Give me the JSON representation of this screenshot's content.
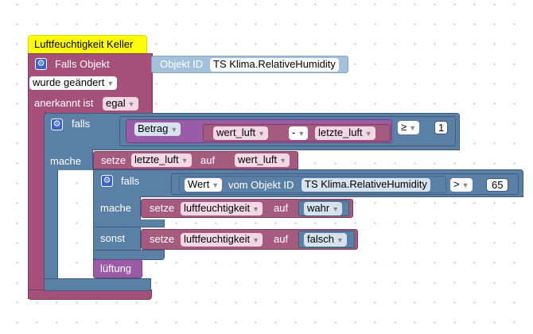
{
  "event": {
    "comment": "Luftfeuchtigkeit Keller",
    "title": "Falls Objekt",
    "object_id_label": "Objekt ID",
    "object_id_value": "TS Klima.RelativeHumidity",
    "trigger": "wurde geändert",
    "ack_label": "anerkannt ist",
    "ack_value": "egal"
  },
  "outer_if": {
    "if_label": "falls",
    "do_label": "mache",
    "abs_op": "Betrag",
    "var_a": "wert_luft",
    "minus_op": "-",
    "var_b": "letzte_luft",
    "compare_op": "≥",
    "compare_value": "1"
  },
  "assign1": {
    "set_label": "setze",
    "var": "letzte_luft",
    "to_label": "auf",
    "value": "wert_luft"
  },
  "inner_if": {
    "if_label": "falls",
    "get_attr": "Wert",
    "of_object_label": "vom Objekt ID",
    "object_id": "TS Klima.RelativeHumidity",
    "compare_op": ">",
    "compare_value": "65",
    "do_label": "mache",
    "else_label": "sonst"
  },
  "assign_true": {
    "set_label": "setze",
    "var": "luftfeuchtigkeit",
    "to_label": "auf",
    "value": "wahr"
  },
  "assign_false": {
    "set_label": "setze",
    "var": "luftfeuchtigkeit",
    "to_label": "auf",
    "value": "falsch"
  },
  "call": {
    "name": "lüftung"
  },
  "colors": {
    "event": "#a5507a",
    "logic": "#5b80a5",
    "variable": "#a55b80",
    "function": "#9a5ca6",
    "comment": "#ffff00"
  }
}
